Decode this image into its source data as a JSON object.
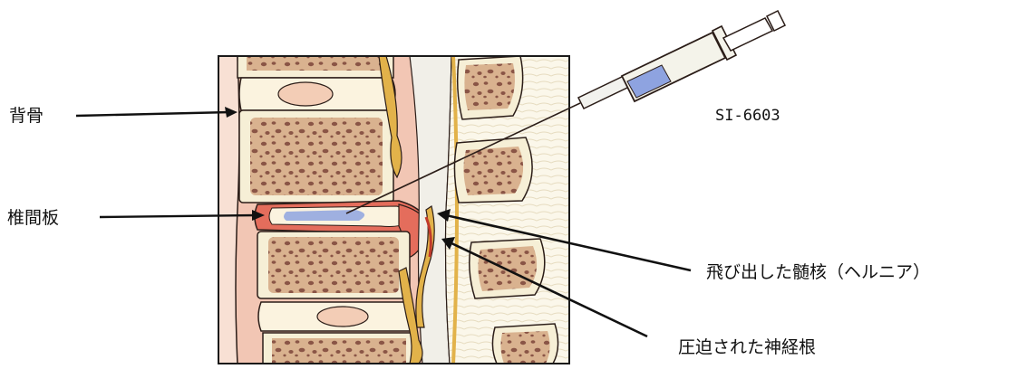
{
  "labels": {
    "spine": "背骨",
    "disc": "椎間板",
    "drug": "SI-6603",
    "herniated_nucleus": "飛び出した髄核（ヘルニア）",
    "compressed_nerve_root": "圧迫された神経根"
  },
  "colors": {
    "bone_cortex": "#f6efd6",
    "bone_marrow": "#d9b28f",
    "bone_pores": "#8a5546",
    "soft_tissue": "#f2c6b4",
    "nucleus": "#e46d5c",
    "nerve": "#e2b24a",
    "drug": "#8ea3e0",
    "outline": "#2b1d18"
  }
}
